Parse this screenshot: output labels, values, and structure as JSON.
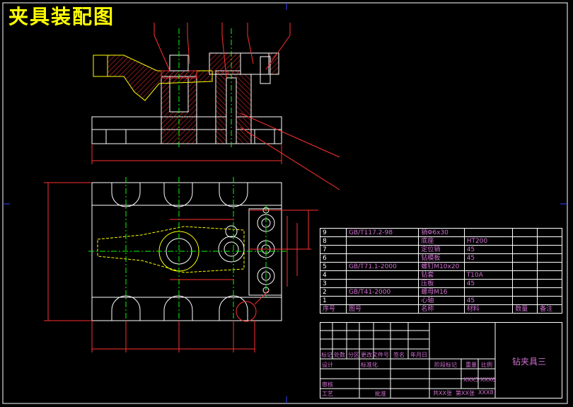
{
  "title": "夹具装配图",
  "bom": {
    "rows": [
      {
        "no": "9",
        "std": "GB/T117.2-98",
        "name": "销Φ6x30",
        "mat": ""
      },
      {
        "no": "8",
        "std": "",
        "name": "底座",
        "mat": "HT200"
      },
      {
        "no": "7",
        "std": "",
        "name": "定位销",
        "mat": "45"
      },
      {
        "no": "6",
        "std": "",
        "name": "钻模板",
        "mat": "45"
      },
      {
        "no": "5",
        "std": "GB/T71.1-2000",
        "name": "螺钉M10x20",
        "mat": ""
      },
      {
        "no": "4",
        "std": "",
        "name": "钻套",
        "mat": "T10A"
      },
      {
        "no": "3",
        "std": "",
        "name": "压板",
        "mat": "45"
      },
      {
        "no": "2",
        "std": "GB/T41-2000",
        "name": "螺母M16",
        "mat": ""
      },
      {
        "no": "1",
        "std": "",
        "name": "心轴",
        "mat": "45"
      }
    ],
    "header": {
      "no": "序号",
      "std": "图号",
      "name": "名称",
      "mat": "材料",
      "qty": "数量",
      "rem": "备注"
    }
  },
  "titleblock": {
    "labels_row1": [
      "标记",
      "处数",
      "分区",
      "更改文件号",
      "签名",
      "年月日"
    ],
    "design": "设计",
    "standard": "标准化",
    "review": "审核",
    "process": "工艺",
    "approve": "批准",
    "stage_label": "阶段标记",
    "weight_label": "重量",
    "scale_label": "比例",
    "code1": "XXX5",
    "code2": "XXX6",
    "sheet_total": "共XX张",
    "sheet_no": "第XX张",
    "code3": "XXX8",
    "drawing_name": "钻夹具三"
  }
}
